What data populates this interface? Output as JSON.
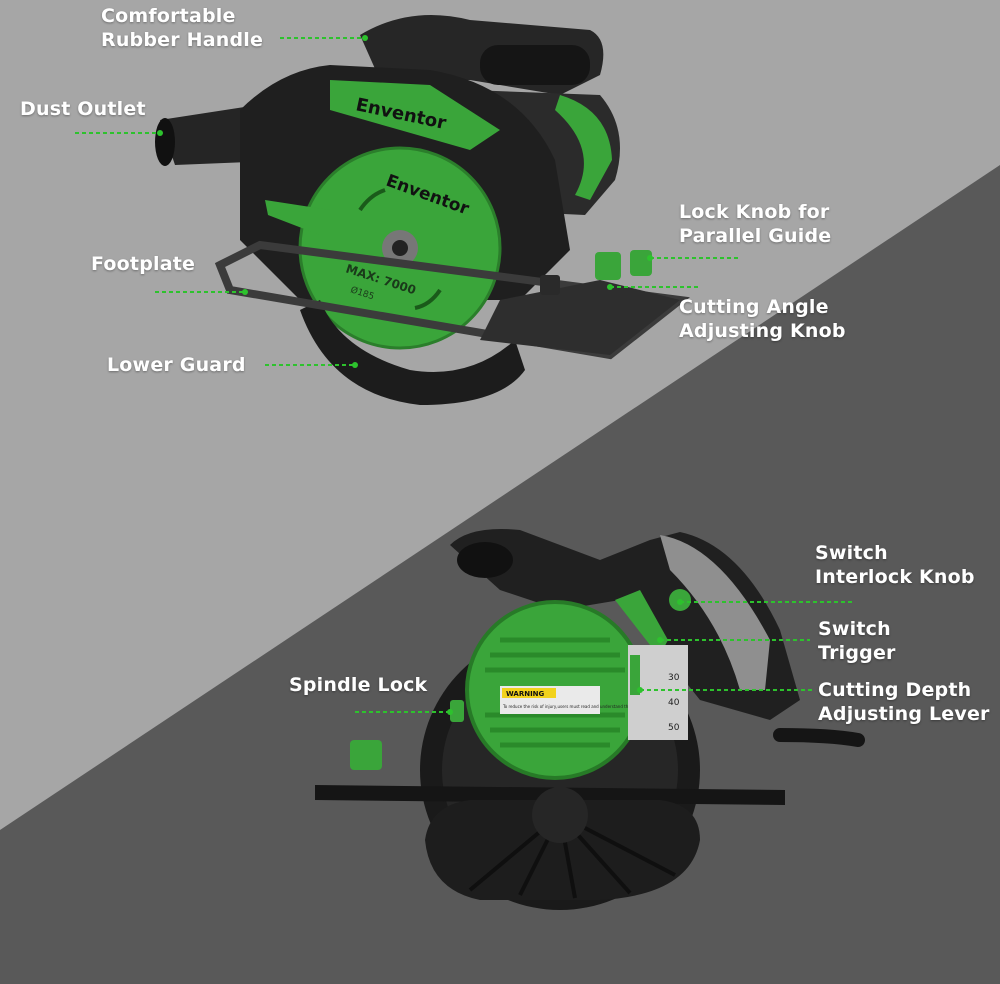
{
  "brand": {
    "logo_text": "Enventor"
  },
  "blade": {
    "max_speed_text": "MAX: 7000",
    "size_text": "Ø185"
  },
  "warning_label": {
    "title": "WARNING",
    "text": "To reduce the risk of injury,users must read and understand the instruction manual"
  },
  "depth_scale": [
    "30",
    "40",
    "50"
  ],
  "callouts": {
    "rubber_handle": "Comfortable\nRubber Handle",
    "dust_outlet": "Dust Outlet",
    "footplate": "Footplate",
    "lower_guard": "Lower Guard",
    "lock_knob": "Lock Knob for\nParallel Guide",
    "cutting_angle": "Cutting Angle\nAdjusting Knob",
    "switch_interlock": "Switch\nInterlock Knob",
    "switch_trigger": "Switch\nTrigger",
    "spindle_lock": "Spindle Lock",
    "cutting_depth": "Cutting Depth\nAdjusting Lever"
  },
  "colors": {
    "background_light": "#a6a6a6",
    "background_dark": "#595959",
    "accent_green": "#3aa53a",
    "leader_green": "#2dc22d",
    "body_black": "#1e1e1e"
  }
}
